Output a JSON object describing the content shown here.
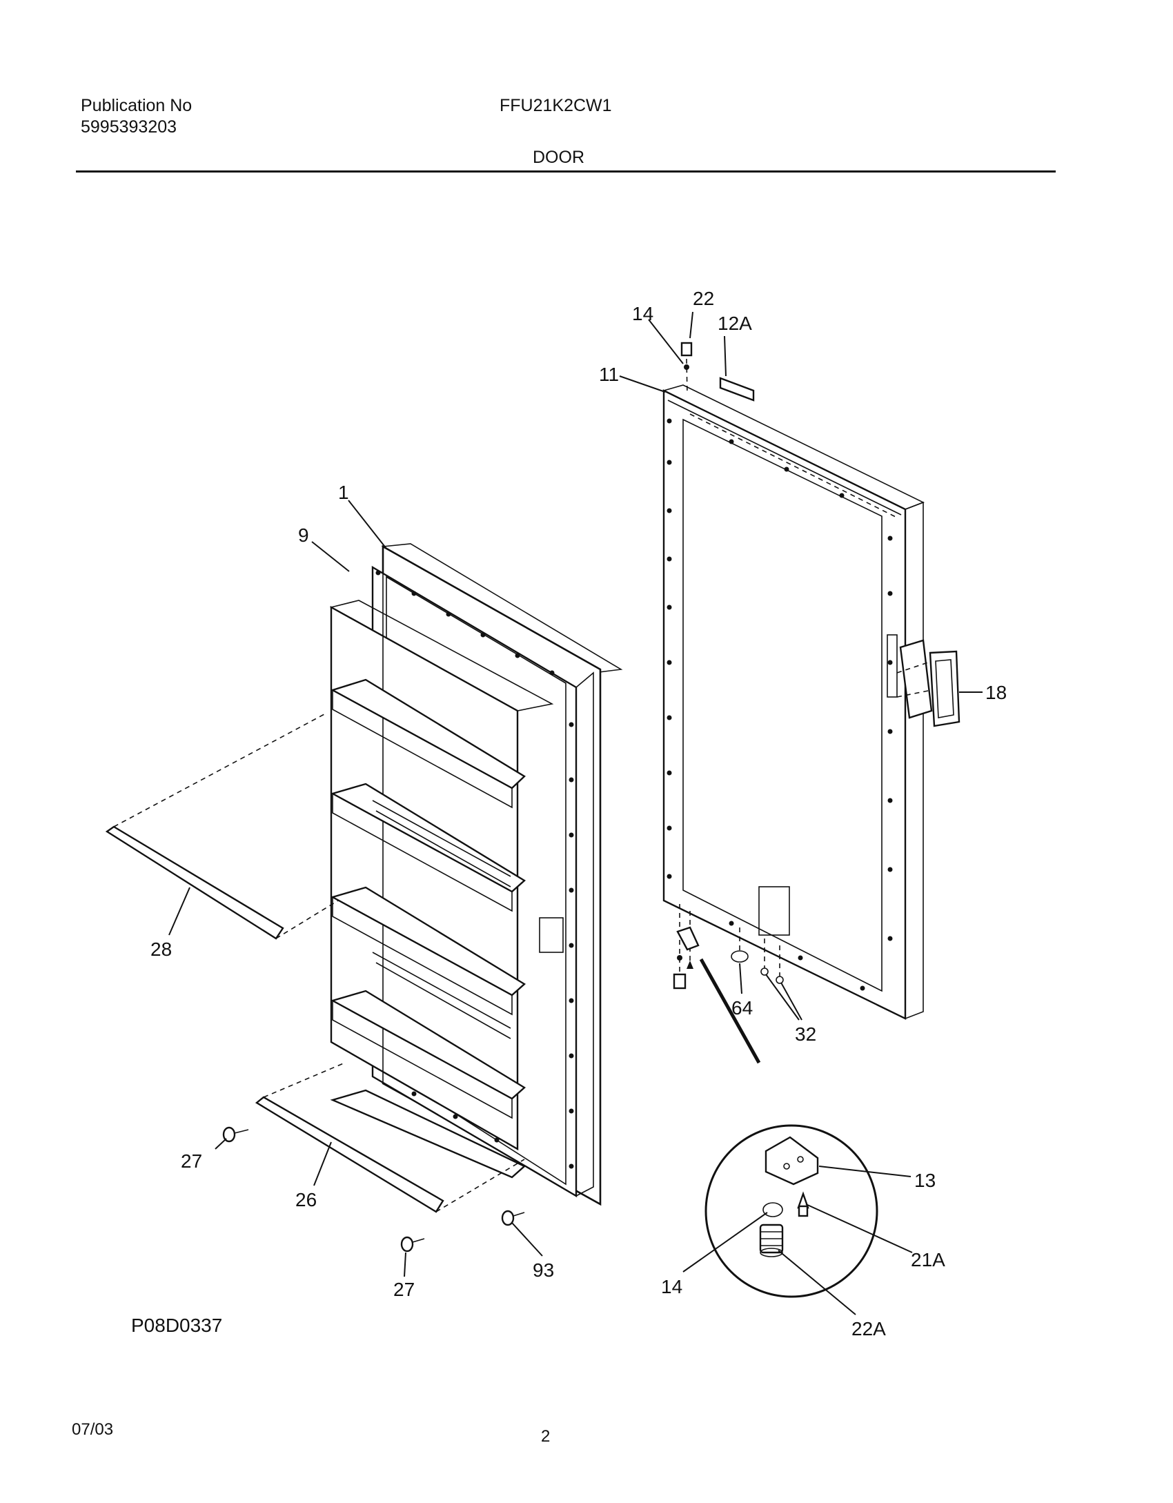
{
  "header": {
    "publication_label": "Publication No",
    "publication_number": "5995393203",
    "model": "FFU21K2CW1",
    "section": "DOOR"
  },
  "diagram": {
    "code": "P08D0337",
    "callouts": {
      "c1": "1",
      "c9": "9",
      "c11": "11",
      "c12a": "12A",
      "c13": "13",
      "c14_top": "14",
      "c14_detail": "14",
      "c18": "18",
      "c21a": "21A",
      "c22": "22",
      "c22a": "22A",
      "c26": "26",
      "c27_left": "27",
      "c27_bottom": "27",
      "c28": "28",
      "c32": "32",
      "c64": "64",
      "c93": "93"
    }
  },
  "footer": {
    "date": "07/03",
    "page": "2"
  }
}
